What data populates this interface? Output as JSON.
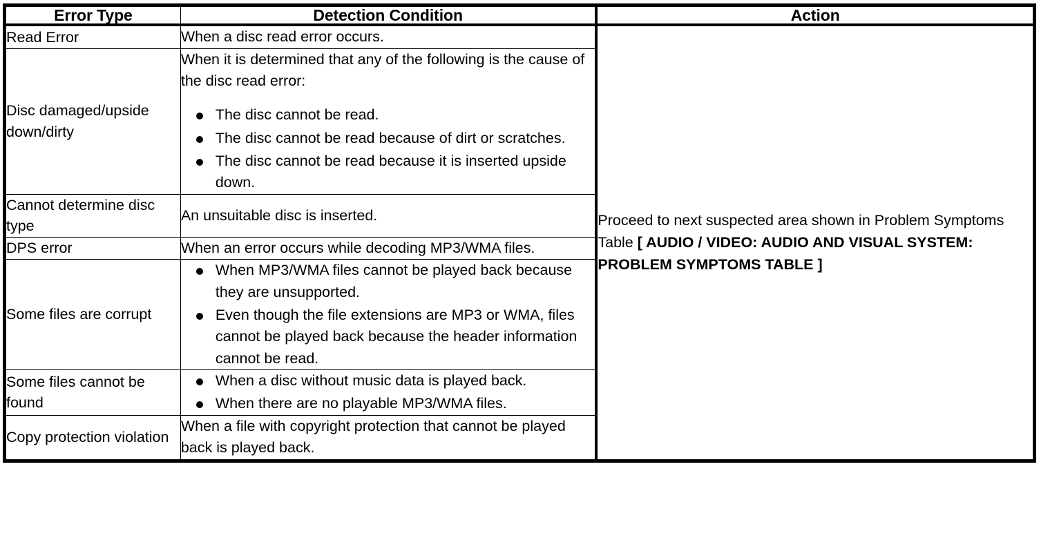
{
  "table": {
    "headers": {
      "error_type": "Error Type",
      "detection_condition": "Detection Condition",
      "action": "Action"
    },
    "rows": [
      {
        "error_type": "Read Error",
        "condition_intro": "When a disc read error occurs.",
        "condition_bullets": []
      },
      {
        "error_type": "Disc damaged/upside down/dirty",
        "condition_intro": "When it is determined that any of the following is the cause of the disc read error:",
        "condition_bullets": [
          "The disc cannot be read.",
          "The disc cannot be read because of dirt or scratches.",
          "The disc cannot be read because it is inserted upside down."
        ]
      },
      {
        "error_type": "Cannot determine disc type",
        "condition_intro": "An unsuitable disc is inserted.",
        "condition_bullets": []
      },
      {
        "error_type": "DPS error",
        "condition_intro": "When an error occurs while decoding MP3/WMA files.",
        "condition_bullets": []
      },
      {
        "error_type": "Some files are corrupt",
        "condition_intro": "",
        "condition_bullets": [
          "When MP3/WMA files cannot be played back because they are unsupported.",
          "Even though the file extensions are MP3 or WMA, files cannot be played back because the header information cannot be read."
        ]
      },
      {
        "error_type": "Some files cannot be found",
        "condition_intro": "",
        "condition_bullets": [
          "When a disc without music data is played back.",
          "When there are no playable MP3/WMA files."
        ]
      },
      {
        "error_type": "Copy protection violation",
        "condition_intro": "When a file with copyright protection that cannot be played back is played back.",
        "condition_bullets": []
      }
    ],
    "action": {
      "lead_text": "Proceed to next suspected area shown in Problem Symptoms Table ",
      "reference_bold": "[ AUDIO / VIDEO: AUDIO AND VISUAL SYSTEM: PROBLEM SYMPTOMS TABLE ]"
    }
  },
  "colors": {
    "border": "#000000",
    "text": "#000000",
    "background": "#ffffff"
  }
}
